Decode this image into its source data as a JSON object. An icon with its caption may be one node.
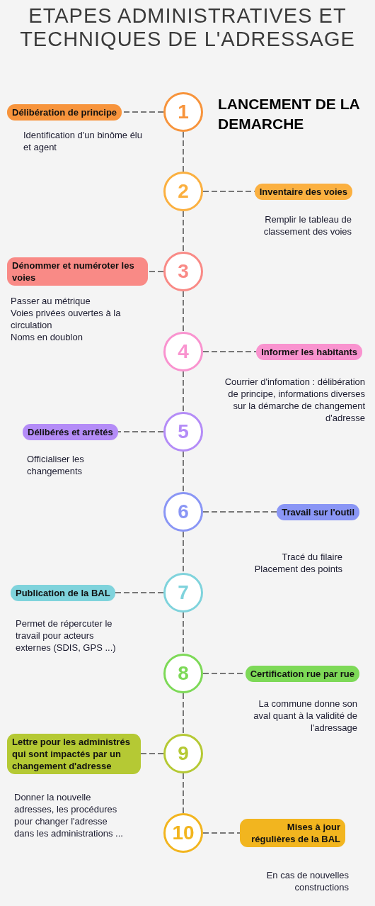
{
  "diagram": {
    "title": "ETAPES ADMINISTRATIVES ET TECHNIQUES DE L'ADRESSAGE",
    "nodes": [
      {
        "text": [
          "1"
        ]
      },
      {
        "text": [
          "Délibération de principe"
        ],
        "beside": [
          "Identification d'un binôme élu et agent"
        ]
      },
      {
        "text": [
          "2"
        ]
      },
      {
        "text": [
          "Inventaire des voies"
        ],
        "beside": [
          "Remplir le tableau de classement des voies"
        ]
      },
      {
        "text": [
          "3"
        ]
      },
      {
        "text": [
          "Dénommer et numéroter les voies"
        ],
        "beside": [
          "Passer au métrique",
          "Voies privées ouvertes à la circulation",
          "Noms en doublon"
        ]
      },
      {
        "text": [
          "4"
        ]
      },
      {
        "text": [
          "Informer les habitants"
        ],
        "beside": [
          "Courrier d'infomation : délibération de principe, informations diverses sur la démarche de changement d'adresse"
        ]
      },
      {
        "text": [
          "5"
        ]
      },
      {
        "text": [
          "Délibérés et arrêtés"
        ],
        "beside": [
          "Officialiser les changements"
        ]
      },
      {
        "text": [
          "6"
        ]
      },
      {
        "text": [
          "Travail sur l'outil"
        ],
        "beside": [
          "Tracé du filaire",
          "Placement des points"
        ]
      },
      {
        "text": [
          "7"
        ]
      },
      {
        "text": [
          "Publication de la BAL"
        ],
        "beside": [
          "Permet de répercuter le travail pour acteurs externes (SDIS, GPS ...)"
        ]
      },
      {
        "text": [
          "8"
        ]
      },
      {
        "text": [
          "Certification rue par rue"
        ],
        "beside": [
          "La commune donne son aval quant à la validité de l'adressage"
        ]
      },
      {
        "text": [
          "9"
        ]
      },
      {
        "text": [
          "Lettre pour les administrés qui sont impactés par un changement d'adresse"
        ],
        "beside": [
          "Donner la nouvelle adresses, les procédures pour changer l'adresse dans les administrations ..."
        ]
      },
      {
        "text": [
          "10"
        ]
      },
      {
        "text": [
          "Mises à jour régulières de la BAL"
        ],
        "beside": [
          "En cas de nouvelles constructions"
        ]
      }
    ],
    "edges": [
      {
        "from": 0,
        "to": 1,
        "arrow": "none",
        "style": "dashed"
      },
      {
        "from": 0,
        "to": 2,
        "arrow": "none",
        "style": "dashed"
      },
      {
        "from": 2,
        "to": 3,
        "arrow": "none",
        "style": "dashed"
      },
      {
        "from": 2,
        "to": 4,
        "arrow": "none",
        "style": "dashed"
      },
      {
        "from": 4,
        "to": 5,
        "arrow": "none",
        "style": "dashed"
      },
      {
        "from": 4,
        "to": 6,
        "arrow": "none",
        "style": "dashed"
      },
      {
        "from": 6,
        "to": 7,
        "arrow": "none",
        "style": "dashed"
      },
      {
        "from": 6,
        "to": 8,
        "arrow": "none",
        "style": "dashed"
      },
      {
        "from": 8,
        "to": 9,
        "arrow": "none",
        "style": "dashed"
      },
      {
        "from": 8,
        "to": 10,
        "arrow": "none",
        "style": "dashed"
      },
      {
        "from": 10,
        "to": 11,
        "arrow": "none",
        "style": "dashed"
      },
      {
        "from": 10,
        "to": 12,
        "arrow": "none",
        "style": "dashed"
      },
      {
        "from": 12,
        "to": 13,
        "arrow": "none",
        "style": "dashed"
      },
      {
        "from": 12,
        "to": 14,
        "arrow": "none",
        "style": "dashed"
      },
      {
        "from": 14,
        "to": 15,
        "arrow": "none",
        "style": "dashed"
      },
      {
        "from": 14,
        "to": 16,
        "arrow": "none",
        "style": "dashed"
      },
      {
        "from": 16,
        "to": 17,
        "arrow": "none",
        "style": "dashed"
      },
      {
        "from": 16,
        "to": 18,
        "arrow": "none",
        "style": "dashed"
      },
      {
        "from": 18,
        "to": 19,
        "arrow": "none",
        "style": "dashed"
      }
    ],
    "labels": [
      "LANCEMENT DE LA DEMARCHE"
    ]
  }
}
